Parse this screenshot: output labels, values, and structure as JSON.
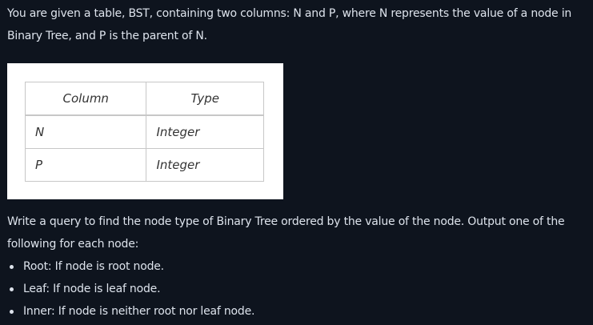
{
  "intro": {
    "text": "You are given a table, BST, containing two columns: N and P, where N represents the value of a node in Binary Tree, and P is the parent of N."
  },
  "schema_table": {
    "headers": [
      "Column",
      "Type"
    ],
    "rows": [
      [
        "N",
        "Integer"
      ],
      [
        "P",
        "Integer"
      ]
    ]
  },
  "task": {
    "text": "Write a query to find the node type of Binary Tree ordered by the value of the node. Output one of the following for each node:"
  },
  "node_types": [
    "Root: If node is root node.",
    "Leaf: If node is leaf node.",
    "Inner: If node is neither root nor leaf node."
  ],
  "colors": {
    "background": "#0e141e",
    "text": "#dde3ec",
    "table_background": "#ffffff",
    "table_border": "#c7c7c7",
    "table_text": "#333333"
  }
}
